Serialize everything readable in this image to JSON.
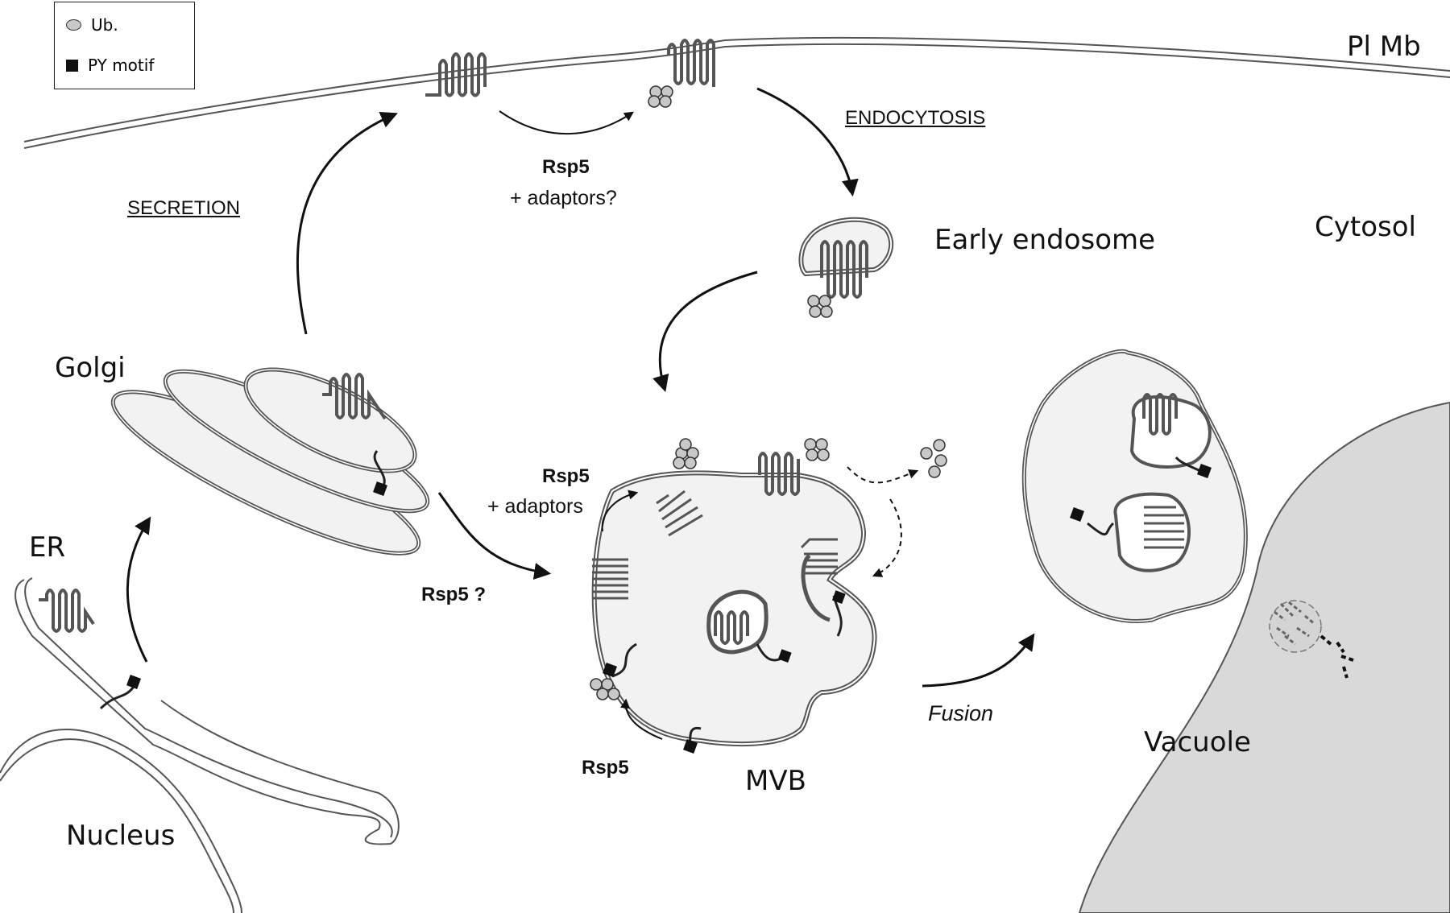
{
  "legend": {
    "ub_label": "Ub.",
    "py_label": "PY motif"
  },
  "labels": {
    "plasma_membrane": "Pl Mb",
    "cytosol": "Cytosol",
    "early_endosome": "Early endosome",
    "golgi": "Golgi",
    "er": "ER",
    "nucleus": "Nucleus",
    "mvb": "MVB",
    "vacuole": "Vacuole",
    "endocytosis": "ENDOCYTOSIS",
    "secretion": "SECRETION",
    "fusion": "Fusion",
    "rsp5_top": "Rsp5",
    "adaptors_q": "+ adaptors?",
    "rsp5_mid": "Rsp5",
    "adaptors": "+ adaptors",
    "rsp5_question": "Rsp5 ?",
    "rsp5_bottom": "Rsp5"
  },
  "colors": {
    "membrane_stroke": "#555555",
    "organelle_fill": "#f2f2f2",
    "vacuole_fill": "#d9d9d9",
    "ubiquitin_fill": "#c8c8c8",
    "py_motif": "#111111"
  }
}
